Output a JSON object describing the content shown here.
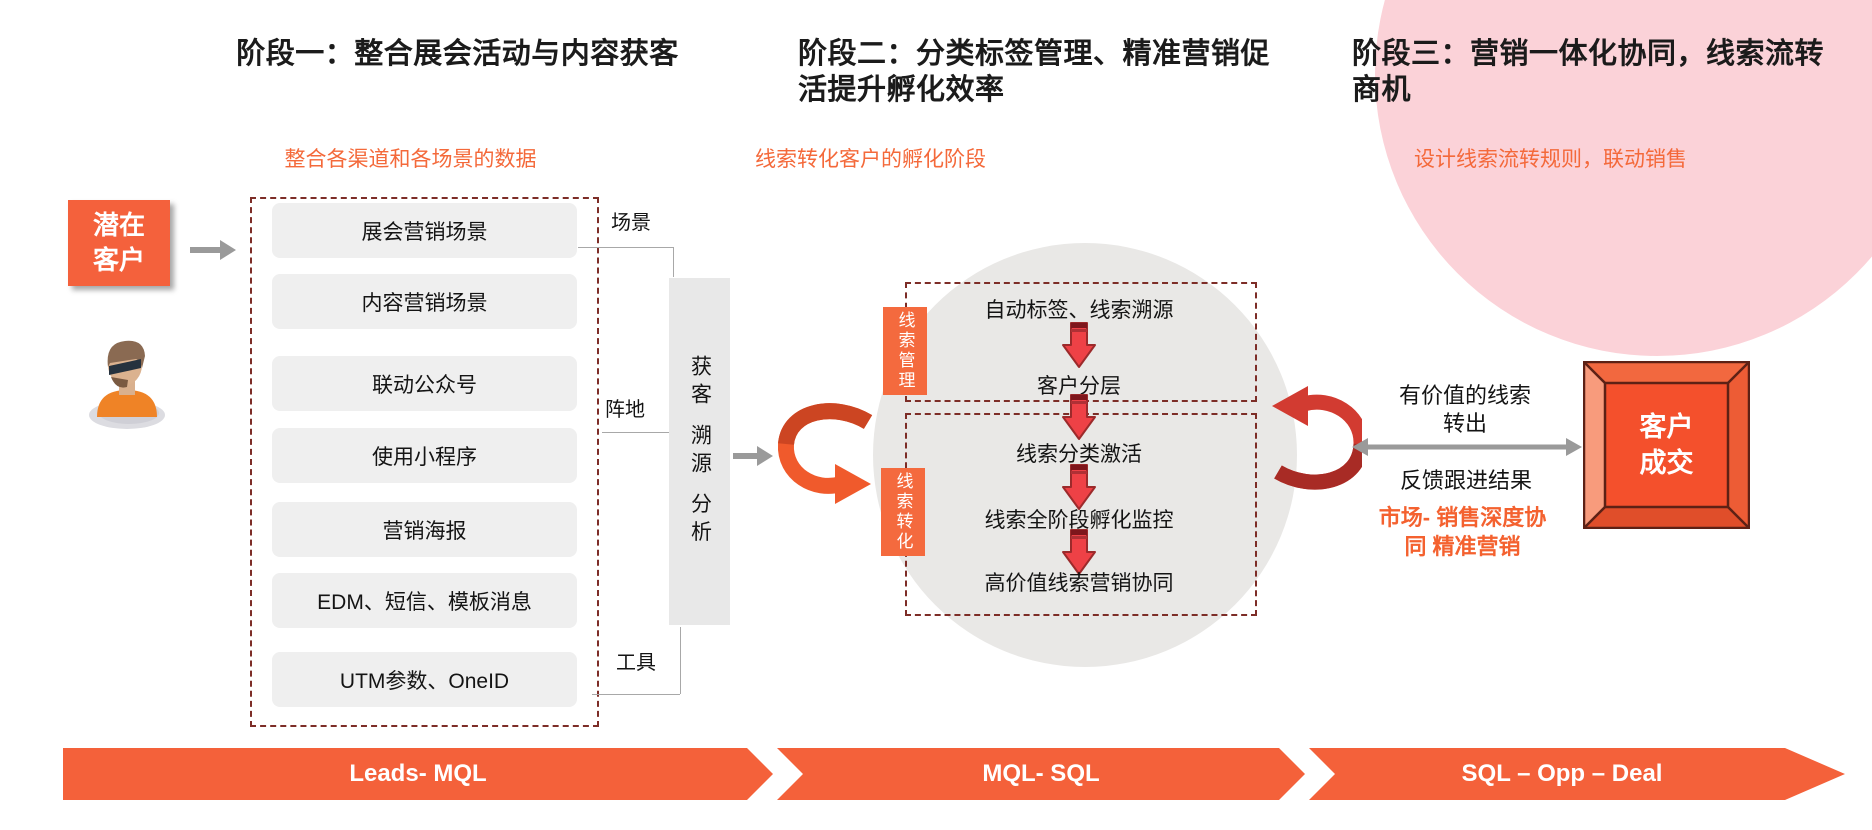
{
  "stages": [
    {
      "title": "阶段一：整合展会活动与内容获客",
      "subtitle": "整合各渠道和各场景的数据"
    },
    {
      "title": "阶段二：分类标签管理、精准营销促活提升孵化效率",
      "subtitle": "线索转化客户的孵化阶段"
    },
    {
      "title": "阶段三：营销一体化协同，线索流转商机",
      "subtitle": "设计线索流转规则，联动销售"
    }
  ],
  "left": {
    "potential_customer": "潜在客户",
    "channel_items": [
      "展会营销场景",
      "内容营销场景",
      "联动公众号",
      "使用小程序",
      "营销海报",
      "EDM、短信、模板消息",
      "UTM参数、OneID"
    ],
    "connector_labels": [
      "场景",
      "阵地",
      "工具"
    ],
    "funnel_text": "获客 溯源 分析"
  },
  "middle": {
    "lead_manage_label": "线索管理",
    "lead_convert_label": "线索转化",
    "manage_steps": [
      "自动标签、线索溯源",
      "客户分层"
    ],
    "convert_steps": [
      "线索分类激活",
      "线索全阶段孵化监控",
      "高价值线索营销协同"
    ]
  },
  "right": {
    "transfer_out": "有价值的线索转出",
    "feedback": "反馈跟进结果",
    "highlight": "市场- 销售深度协同 精准营销",
    "deal": "客户成交"
  },
  "banner": {
    "segments": [
      "Leads- MQL",
      "MQL- SQL",
      "SQL – Opp – Deal"
    ]
  },
  "colors": {
    "accent_orange": "#f4613a",
    "subtitle_orange": "#f4693a",
    "pink_circle": "#fbd2d8",
    "gray_circle": "#e9e8e6",
    "dash_red": "#7d2d27",
    "arrow_red": "#ee4146",
    "connector_gray": "#9a9a9a"
  }
}
